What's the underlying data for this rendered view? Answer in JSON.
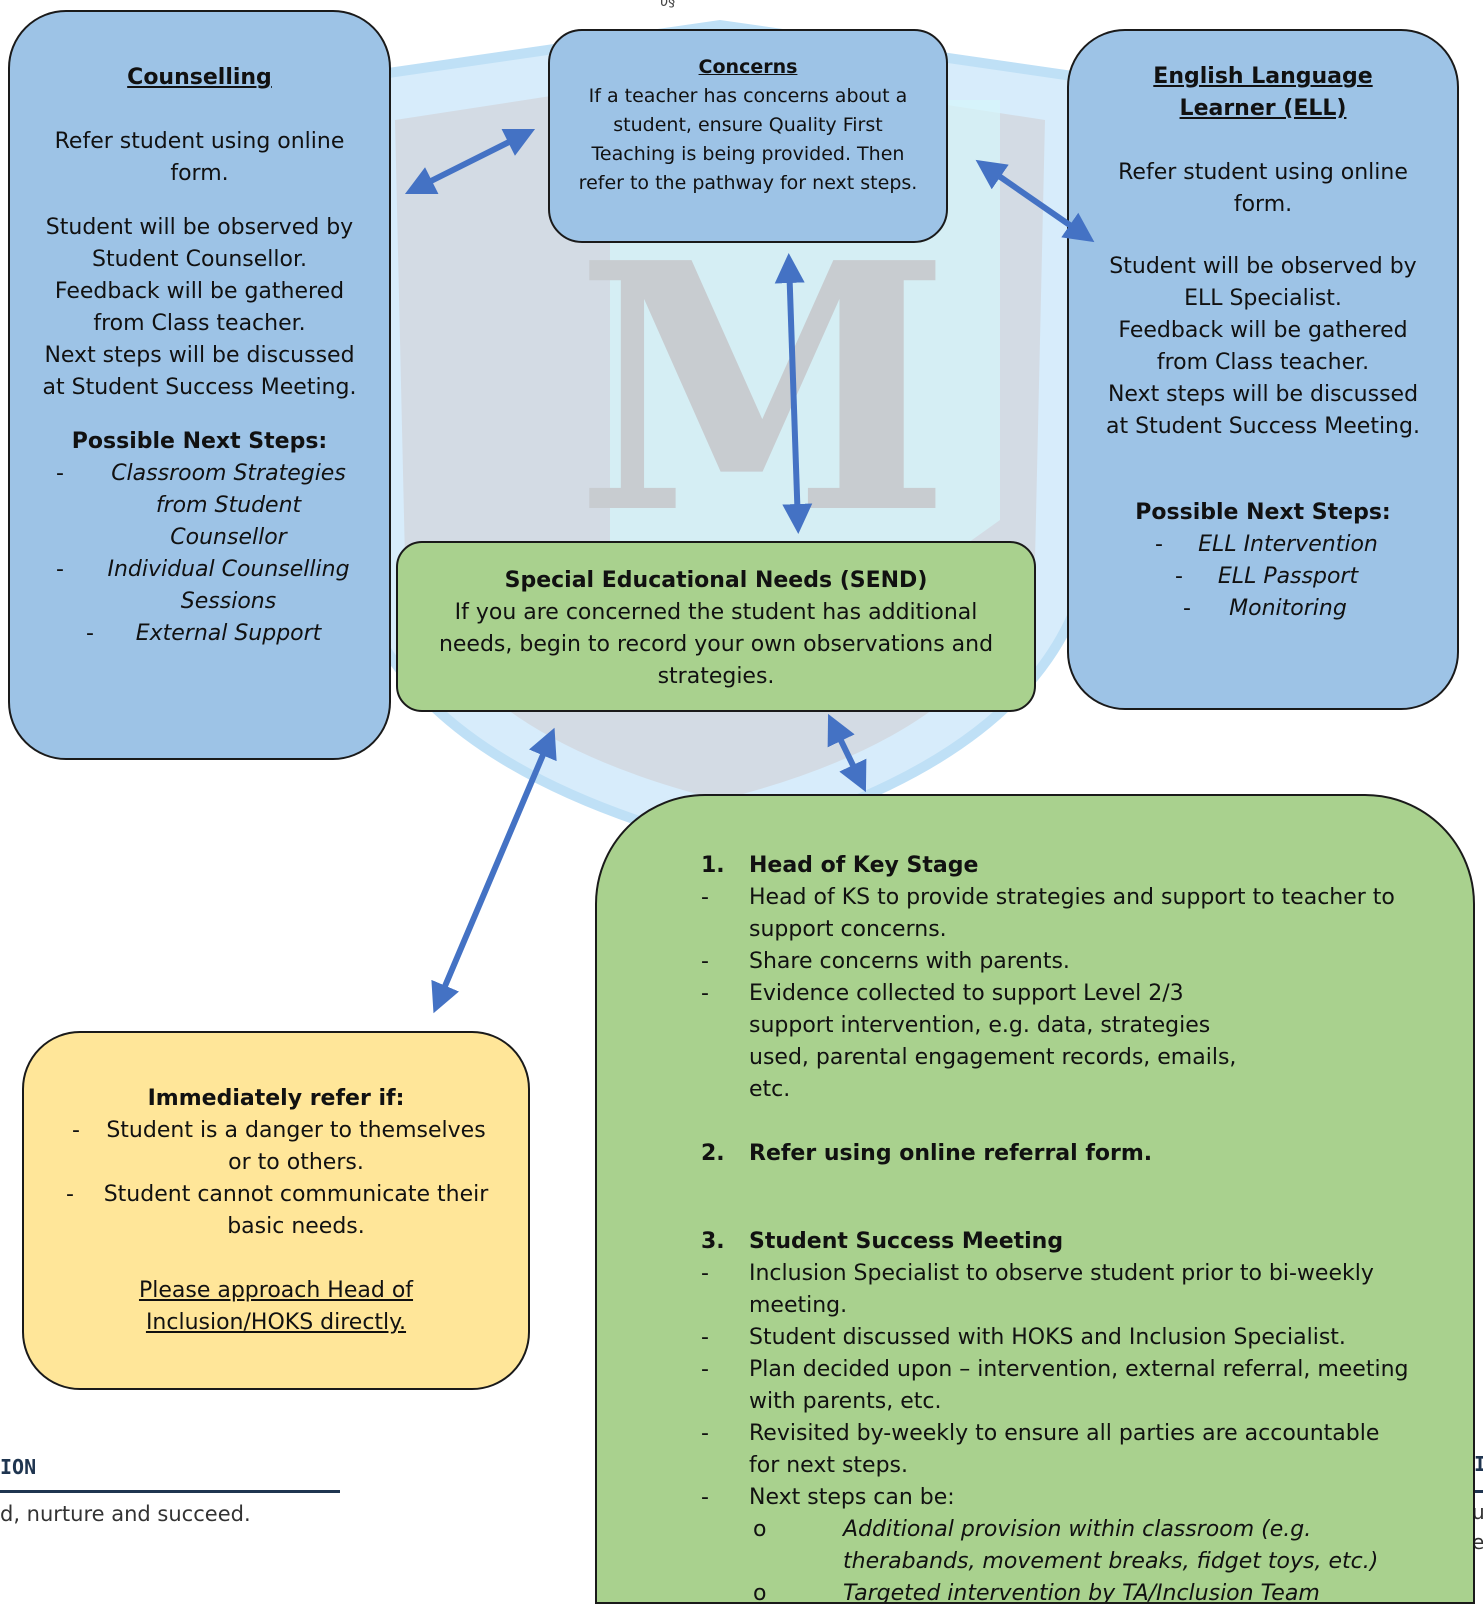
{
  "top_fragment": "ΰ§",
  "counselling": {
    "title": "Counselling",
    "p1": "Refer student using online form.",
    "p2": [
      "Student will be observed by Student Counsellor.",
      "Feedback will be gathered from Class teacher.",
      "Next steps will be discussed at Student Success Meeting."
    ],
    "steps_title": "Possible Next Steps:",
    "steps": [
      "Classroom Strategies from Student Counsellor",
      "Individual Counselling Sessions",
      "External Support"
    ]
  },
  "concerns": {
    "title": "Concerns",
    "text": "If a teacher has concerns about a student, ensure Quality First Teaching is being provided. Then refer to the pathway for next steps."
  },
  "ell": {
    "title": "English Language Learner (ELL)",
    "p1": "Refer student using online form.",
    "p2": [
      "Student will be observed by ELL Specialist.",
      "Feedback will be gathered from Class teacher.",
      "Next steps will be discussed at Student Success Meeting."
    ],
    "steps_title": "Possible Next Steps:",
    "steps": [
      "ELL Intervention",
      "ELL Passport",
      "Monitoring"
    ]
  },
  "send": {
    "title": "Special Educational Needs (SEND)",
    "text": "If you are concerned the student has additional needs, begin to record your own observations and strategies."
  },
  "refer": {
    "title": "Immediately refer if:",
    "items": [
      "Student is a danger to themselves or to others.",
      "Student cannot communicate their basic needs."
    ],
    "note": "Please approach Head of Inclusion/HOKS directly."
  },
  "process": {
    "s1_num": "1.",
    "s1_title": "Head of Key Stage",
    "s1_items": [
      "Head of KS to provide strategies and support to teacher to support concerns.",
      "Share concerns with parents.",
      "Evidence collected to support Level 2/3 support intervention, e.g. data, strategies used, parental engagement records, emails, etc."
    ],
    "s2_num": "2.",
    "s2_title": "Refer using online referral form.",
    "s3_num": "3.",
    "s3_title": "Student Success Meeting",
    "s3_items": [
      "Inclusion Specialist to observe student prior to bi-weekly meeting.",
      "Student discussed with HOKS and Inclusion Specialist.",
      "Plan decided upon – intervention, external referral, meeting with parents, etc.",
      "Revisited by-weekly to ensure all parties are accountable for next steps.",
      "Next steps can be:"
    ],
    "sub_items": [
      "Additional provision within classroom (e.g. therabands, movement breaks, fidget toys, etc.)",
      "Targeted intervention by TA/Inclusion Team"
    ]
  },
  "watermark": {
    "letter": "M",
    "footer_left_heading": "ION",
    "footer_left_tagline": "d, nurture and succeed.",
    "footer_right_heading": "I",
    "footer_right_line1": "u",
    "footer_right_line2": "e"
  },
  "colors": {
    "blue_box": "#9dc3e6",
    "green_box": "#a9d18e",
    "yellow_box": "#ffe699",
    "arrow": "#4472c4",
    "shield_outer": "#d6ecfa",
    "shield_inner": "#d6dde5",
    "watermark_text": "#c8ccd0",
    "footer_text": "#1f3550"
  }
}
